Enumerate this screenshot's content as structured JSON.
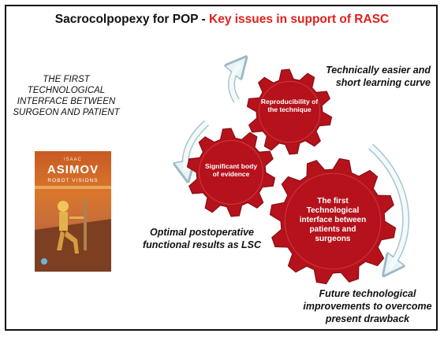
{
  "title": {
    "main": "Sacrocolpopexy for POP - ",
    "accent": "Key issues in support of RASC",
    "accent_color": "#e0201b"
  },
  "left_caption": "THE FIRST TECHNOLOGICAL INTERFACE BETWEEN SURGEON AND PATIENT",
  "book": {
    "author_first": "ISAAC",
    "author_last": "ASIMOV",
    "series": "ROBOT VISIONS"
  },
  "gears": {
    "color": "#b5121b",
    "reproducibility": "Reproducibility of the technique",
    "evidence": "Significant body of evidence",
    "interface": "The first Technological interface between patients and surgeons"
  },
  "notes": {
    "top": "Technically easier and short learning curve",
    "middle": "Optimal postoperative functional results as LSC",
    "bottom": "Future technological improvements to overcome present drawback"
  },
  "icons": [
    "cycle-arrow-icon"
  ]
}
